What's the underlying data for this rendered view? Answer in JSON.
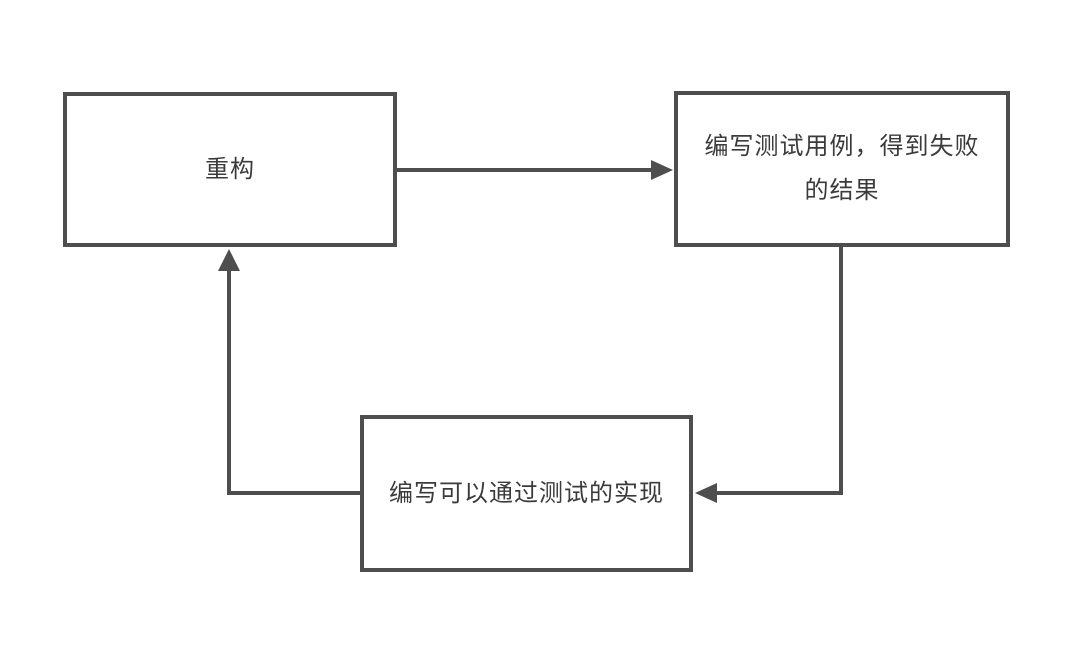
{
  "diagram": {
    "description": "TDD (test-driven development) cycle flowchart",
    "colors": {
      "background": "#ffffff",
      "stroke": "#4e4e4e",
      "box_fill": "#ffffff",
      "text": "#3b3b3b"
    },
    "nodes": [
      {
        "id": "refactor",
        "label": "重构"
      },
      {
        "id": "write-test",
        "label": "编写测试用例，得到失败的结果"
      },
      {
        "id": "write-impl",
        "label": "编写可以通过测试的实现"
      }
    ],
    "edges": [
      {
        "from": "refactor",
        "to": "write-test",
        "style": "straight-right"
      },
      {
        "from": "write-test",
        "to": "write-impl",
        "style": "down-then-left"
      },
      {
        "from": "write-impl",
        "to": "refactor",
        "style": "left-then-up"
      }
    ]
  }
}
